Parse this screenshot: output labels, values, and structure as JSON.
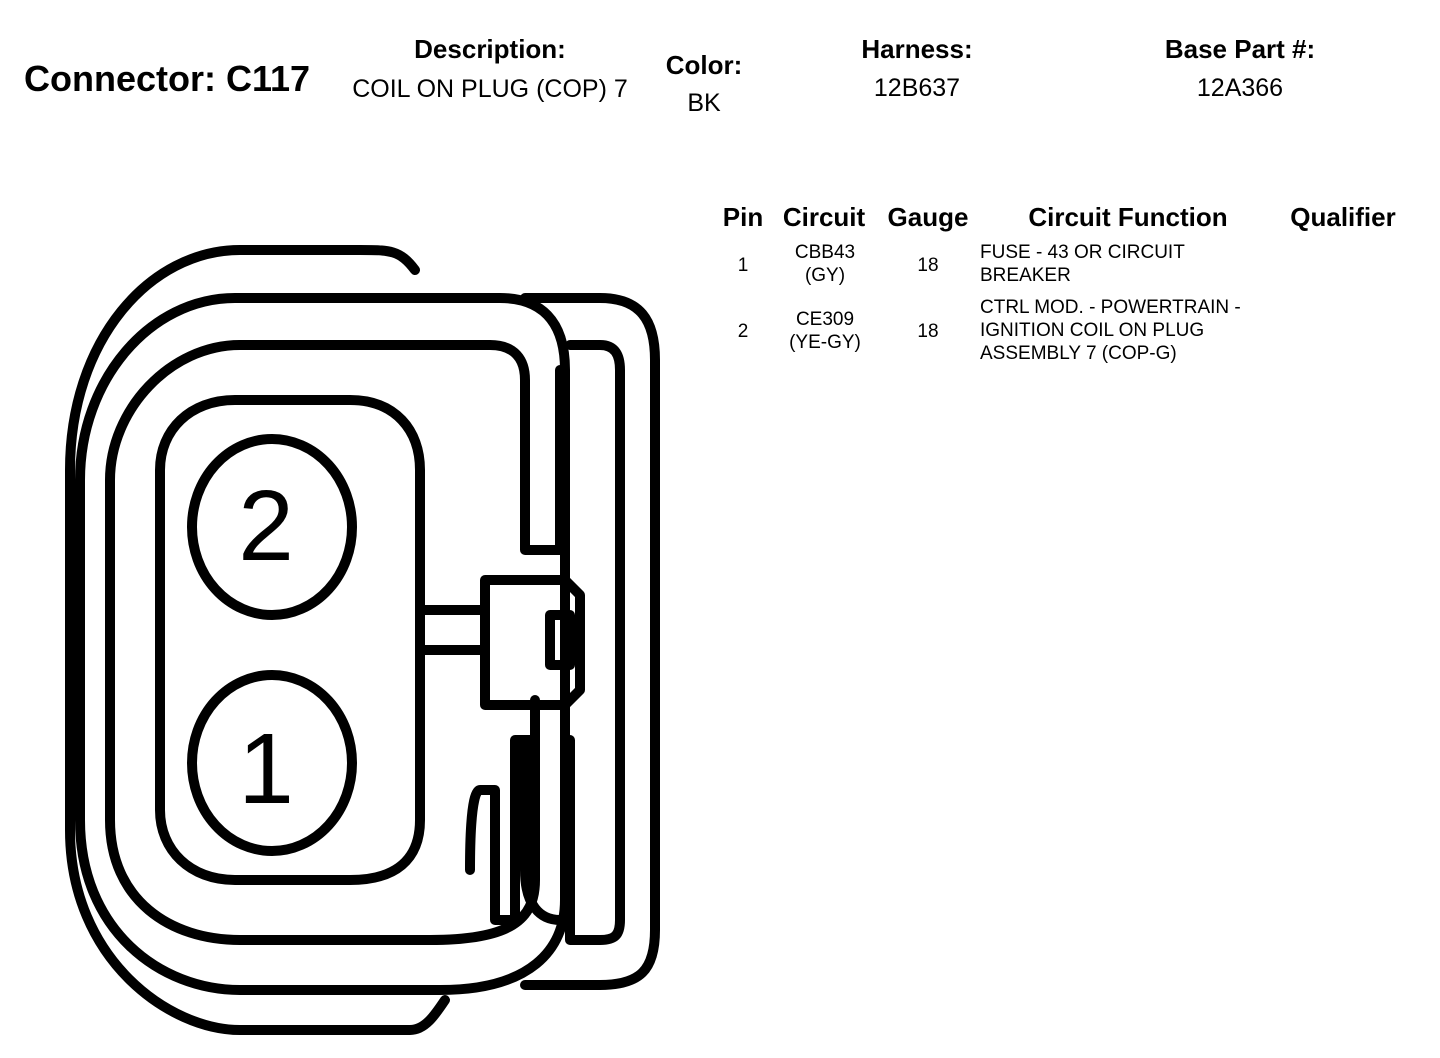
{
  "header": {
    "connector_label": "Connector: C117",
    "description_label": "Description:",
    "description_value": "COIL ON PLUG (COP) 7",
    "color_label": "Color:",
    "color_value": "BK",
    "harness_label": "Harness:",
    "harness_value": "12B637",
    "base_part_label": "Base Part #:",
    "base_part_value": "12A366"
  },
  "table": {
    "columns": [
      "Pin",
      "Circuit",
      "Gauge",
      "Circuit Function",
      "Qualifier"
    ],
    "rows": [
      {
        "pin": "1",
        "circuit": "CBB43",
        "circuit_color": "(GY)",
        "gauge": "18",
        "function": "FUSE - 43 OR CIRCUIT BREAKER",
        "qualifier": ""
      },
      {
        "pin": "2",
        "circuit": "CE309",
        "circuit_color": "(YE-GY)",
        "gauge": "18",
        "function": "CTRL MOD. - POWERTRAIN - IGNITION COIL ON PLUG ASSEMBLY 7 (COP-G)",
        "qualifier": ""
      }
    ]
  },
  "diagram": {
    "pins": [
      {
        "number": "2"
      },
      {
        "number": "1"
      }
    ]
  }
}
